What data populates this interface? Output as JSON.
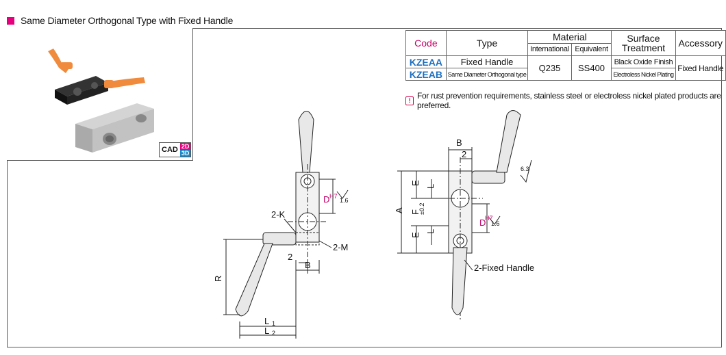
{
  "header": {
    "title": "Same Diameter Orthogonal Type with Fixed Handle"
  },
  "cad": {
    "label": "CAD",
    "d2": "2D",
    "d3": "3D"
  },
  "table": {
    "h_code": "Code",
    "h_type": "Type",
    "h_material": "Material",
    "h_international": "International",
    "h_equivalent": "Equivalent",
    "h_surface": "Surface Treatment",
    "h_accessory": "Accessory",
    "code_a": "KZEAA",
    "code_b": "KZEAB",
    "type_main": "Fixed Handle",
    "type_sub": "Same Diameter Orthogonal type",
    "international": "Q235",
    "equivalent": "SS400",
    "surface_a": "Black Oxide Finish",
    "surface_b": "Electroless Nickel Plating",
    "accessory": "Fixed Handle"
  },
  "note": {
    "text": "For rust prevention requirements, stainless steel or electroless nickel plated products are preferred."
  },
  "drawing": {
    "left": {
      "k": "2-K",
      "m": "2-M",
      "r": "R",
      "two": "2",
      "b": "B",
      "l1": "L",
      "l1_sub": "1",
      "l2": "L",
      "l2_sub": "2",
      "d": "D",
      "d_sub": "H7",
      "rough": "1.6"
    },
    "right": {
      "b": "B",
      "two": "2",
      "rough_top": "6.3",
      "a": "A",
      "e1": "E",
      "l_top": "L",
      "f": "F",
      "f_sub": "±0.2",
      "e2": "E",
      "l_bot": "L",
      "d": "D",
      "d_sub": "H7",
      "rough": "1.6",
      "handle": "2-Fixed Handle"
    }
  },
  "colors": {
    "accent": "#e6007e",
    "code_blue": "#1c6fc0",
    "handle_orange": "#f08a3c"
  }
}
